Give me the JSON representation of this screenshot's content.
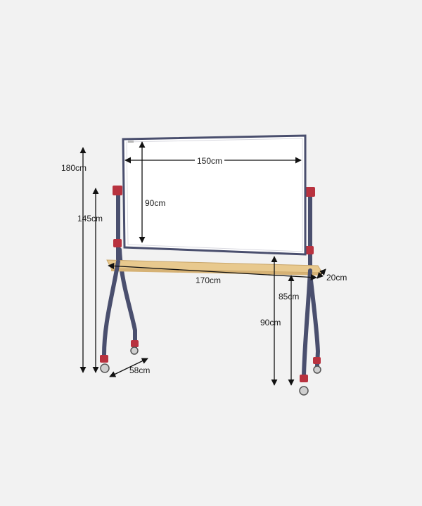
{
  "colors": {
    "background": "#f2f2f2",
    "frame": "#4a4f6e",
    "board": "#ffffff",
    "accent_red": "#b8323f",
    "tray_wood": "#e8c98e",
    "dimension_line": "#111111"
  },
  "dimensions": {
    "total_height": "180cm",
    "board_top_height": "145cm",
    "board_width": "150cm",
    "board_height": "90cm",
    "tray_length": "170cm",
    "tray_depth": "20cm",
    "board_bottom_height": "90cm",
    "tray_height": "85cm",
    "base_depth": "58cm"
  }
}
